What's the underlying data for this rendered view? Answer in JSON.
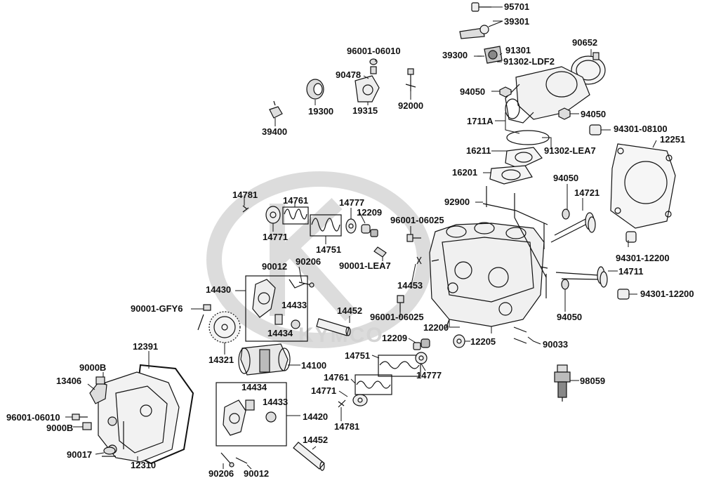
{
  "watermark": {
    "text": "KYMCO",
    "color": "#cfcfcf"
  },
  "colors": {
    "ink": "#111111",
    "part_fill": "#f2f2f2",
    "part_shade": "#bdbdbd"
  },
  "labels": {
    "p95701": "95701",
    "p39301": "39301",
    "p96001_06010_top": "96001-06010",
    "p90652": "90652",
    "p39300": "39300",
    "p91301": "91301",
    "p91302_ldf2": "91302-LDF2",
    "p90478": "90478",
    "p94050_a": "94050",
    "p19300": "19300",
    "p19315": "19315",
    "p92000": "92000",
    "p94050_b": "94050",
    "p39400": "39400",
    "p1711a": "1711A",
    "p94301_08100": "94301-08100",
    "p12251": "12251",
    "p16211": "16211",
    "p91302_lea7": "91302-LEA7",
    "p16201": "16201",
    "p94050_c": "94050",
    "p14781_a": "14781",
    "p14761_a": "14761",
    "p14777_a": "14777",
    "p14721": "14721",
    "p92900": "92900",
    "p12209_a": "12209",
    "p96001_06025_a": "96001-06025",
    "p14771_a": "14771",
    "p14751_a": "14751",
    "p90206_a": "90206",
    "p90001_lea7": "90001-LEA7",
    "p94301_12200_a": "94301-12200",
    "p90012_a": "90012",
    "p14711": "14711",
    "p14430": "14430",
    "p14453": "14453",
    "p94301_12200_b": "94301-12200",
    "p14433_a": "14433",
    "p90001_gfy6": "90001-GFY6",
    "p14452_a": "14452",
    "p96001_06025_b": "96001-06025",
    "p94050_d": "94050",
    "p14434_a": "14434",
    "p12200": "12200",
    "p12209_b": "12209",
    "p12205": "12205",
    "p90033": "90033",
    "p12391": "12391",
    "p14321": "14321",
    "p14751_b": "14751",
    "p14100": "14100",
    "p9000b_a": "9000B",
    "p14777_b": "14777",
    "p13406": "13406",
    "p14761_b": "14761",
    "p14434_b": "14434",
    "p98059": "98059",
    "p14771_b": "14771",
    "p14433_b": "14433",
    "p96001_06010_b": "96001-06010",
    "p14420": "14420",
    "p9000b_b": "9000B",
    "p14781_b": "14781",
    "p90017": "90017",
    "p12310": "12310",
    "p14452_b": "14452",
    "p90206_b": "90206",
    "p90012_b": "90012"
  }
}
